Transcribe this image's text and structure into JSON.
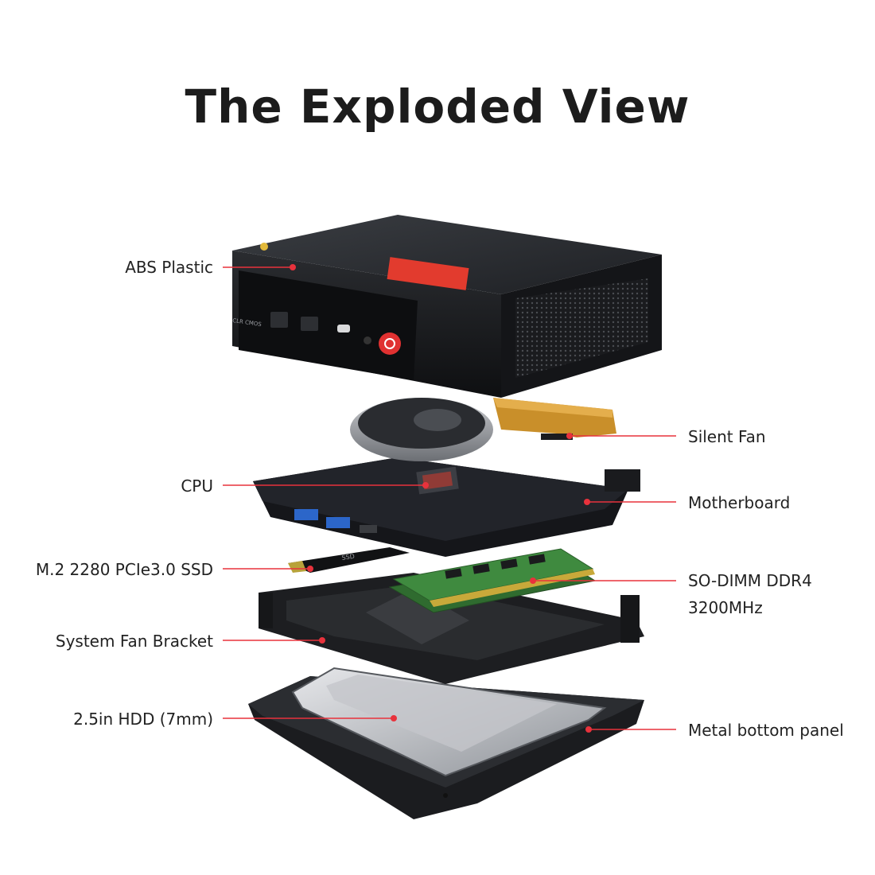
{
  "title": "The Exploded View",
  "accent_color": "#e8323c",
  "labels": {
    "abs_plastic": "ABS Plastic",
    "silent_fan": "Silent Fan",
    "cpu": "CPU",
    "motherboard": "Motherboard",
    "ssd": "M.2 2280 PCIe3.0 SSD",
    "ram_line1": "SO-DIMM DDR4",
    "ram_line2": "3200MHz",
    "fan_bracket": "System Fan Bracket",
    "hdd": "2.5in HDD (7mm)",
    "bottom_panel": "Metal bottom panel"
  },
  "device_text": {
    "clr_cmos": "CLR CMOS"
  }
}
